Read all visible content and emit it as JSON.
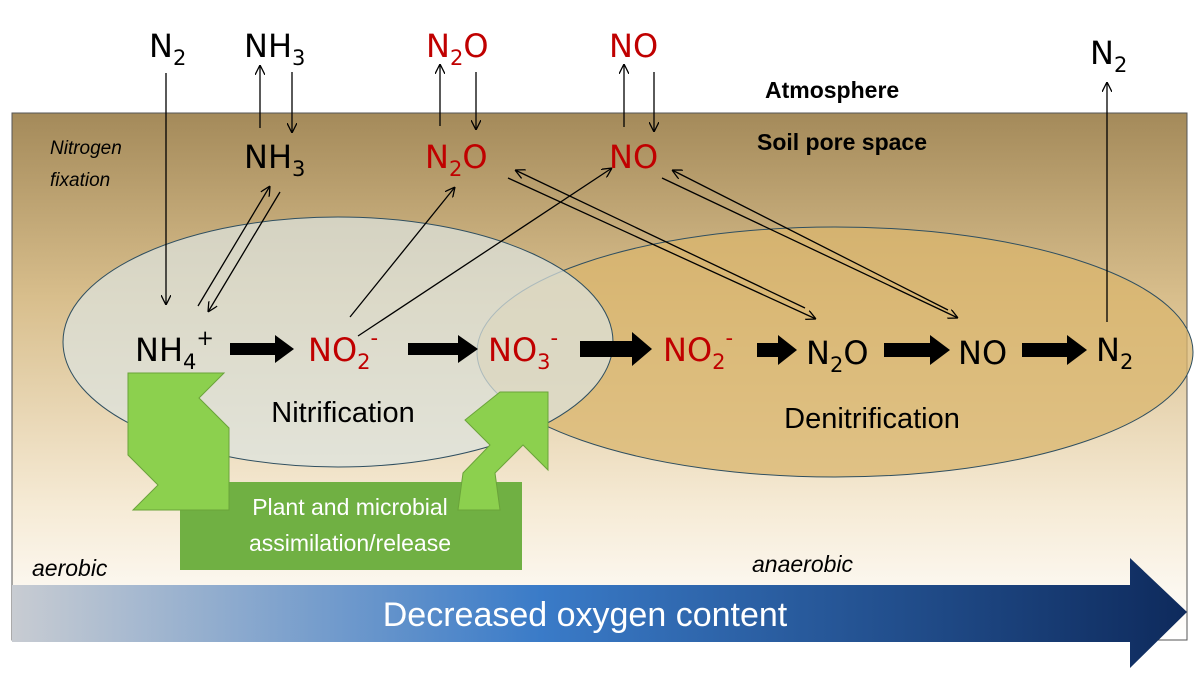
{
  "colors": {
    "red": "#C00000",
    "black": "#000000",
    "soil_top": "#A48A5A",
    "soil_bottom": "#FFFFFF",
    "nitrification_fill": "#DCE3DF",
    "denitrification_fill": "#D9B66E",
    "green_box": "#70B043",
    "green_arrow": "#8CD04E",
    "gradient_start": "#C8CCD2",
    "gradient_mid": "#3A7BC8",
    "gradient_end": "#0E2A5C"
  },
  "labels": {
    "atmosphere": "Atmosphere",
    "soil_pore_space": "Soil pore space",
    "nitrogen_fixation_1": "Nitrogen",
    "nitrogen_fixation_2": "fixation",
    "nitrification": "Nitrification",
    "denitrification": "Denitrification",
    "assimilation_1": "Plant and microbial",
    "assimilation_2": "assimilation/release",
    "aerobic": "aerobic",
    "anaerobic": "anaerobic",
    "oxygen": "Decreased oxygen content"
  },
  "species": {
    "n2_in": {
      "base": "N",
      "sub": "2"
    },
    "nh3_atm": {
      "base": "NH",
      "sub": "3"
    },
    "n2o_atm": {
      "base": "N",
      "sub": "2",
      "tail": "O"
    },
    "no_atm": {
      "base": "NO"
    },
    "n2_out": {
      "base": "N",
      "sub": "2"
    },
    "nh3_soil": {
      "base": "NH",
      "sub": "3"
    },
    "n2o_soil": {
      "base": "N",
      "sub": "2",
      "tail": "O"
    },
    "no_soil": {
      "base": "NO"
    },
    "nh4": {
      "base": "NH",
      "sub": "4",
      "sup": "+"
    },
    "no2_a": {
      "base": "NO",
      "sub": "2",
      "sup": "-"
    },
    "no3": {
      "base": "NO",
      "sub": "3",
      "sup": "-"
    },
    "no2_b": {
      "base": "NO",
      "sub": "2",
      "sup": "-"
    },
    "n2o_chain": {
      "base": "N",
      "sub": "2",
      "tail": "O"
    },
    "no_chain": {
      "base": "NO"
    },
    "n2_chain": {
      "base": "N",
      "sub": "2"
    }
  }
}
